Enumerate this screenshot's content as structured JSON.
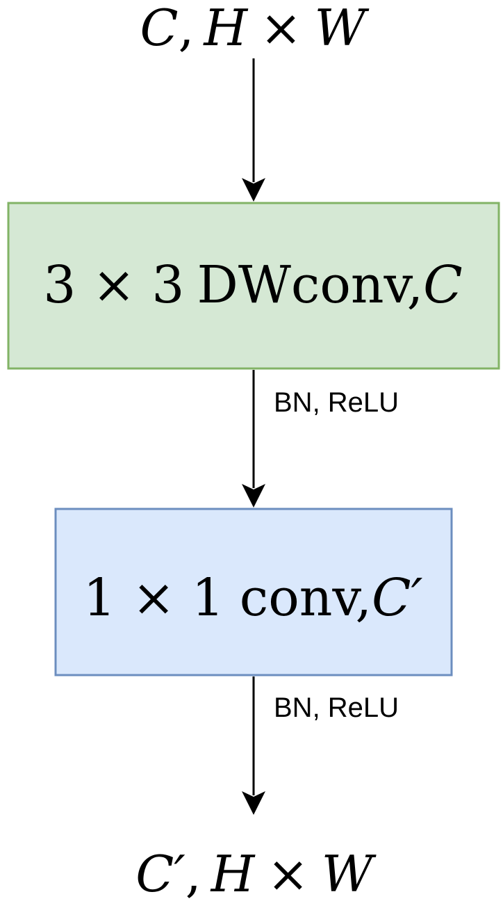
{
  "diagram": {
    "input": {
      "channel": "C",
      "separator": ",",
      "height": "H",
      "times": "×",
      "width": "W"
    },
    "block1": {
      "kernel": "3 × 3",
      "op_prefix": "DW",
      "op": "conv",
      "separator": ",",
      "channel": "C",
      "fill": "#d5e8d4",
      "stroke": "#82b366"
    },
    "edge1": {
      "label": "BN, ReLU"
    },
    "block2": {
      "kernel": "1 × 1",
      "op": "conv",
      "separator": ",",
      "channel": "C′",
      "fill": "#dae8fc",
      "stroke": "#6c8ebf"
    },
    "edge2": {
      "label": "BN, ReLU"
    },
    "output": {
      "channel": "C′",
      "separator": ",",
      "height": "H",
      "times": "×",
      "width": "W"
    }
  }
}
